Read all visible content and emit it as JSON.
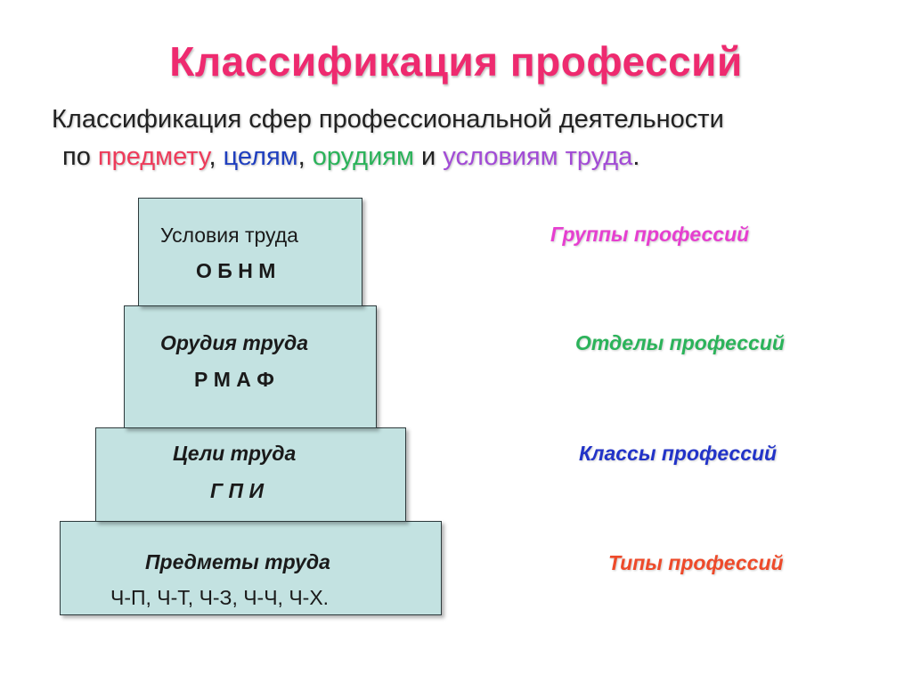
{
  "title": "Классификация профессий",
  "subtitle": {
    "line1": "Классификация сфер профессиональной деятельности",
    "prefix": "по ",
    "subject": "предмету",
    "sep1": ", ",
    "goals": "целям",
    "sep2": ", ",
    "tools": "орудиям",
    "conj": " и ",
    "conditions": "условиям труда",
    "end": "."
  },
  "pyramid": {
    "conditions": {
      "label": "Условия труда",
      "codes": "О Б Н М"
    },
    "tools": {
      "label": "Орудия труда",
      "codes": "Р М А Ф"
    },
    "goals": {
      "label": "Цели труда",
      "codes": "Г П И"
    },
    "subjects": {
      "label": "Предметы труда",
      "codes": "Ч-П, Ч-Т, Ч-З, Ч-Ч, Ч-Х."
    }
  },
  "levels": {
    "groups": "Группы профессий",
    "departments": "Отделы профессий",
    "classes": "Классы профессий",
    "types": "Типы профессий"
  },
  "colors": {
    "title": "#ee2a6f",
    "subject": "#ee3b5a",
    "goals": "#1f3fbf",
    "tools": "#2bb35a",
    "conditions": "#a24bd6",
    "groups": "#e63fd0",
    "departments": "#2bb35a",
    "classes": "#2233c8",
    "types": "#ee4a2a",
    "tier_fill": "#c3e2e1"
  }
}
